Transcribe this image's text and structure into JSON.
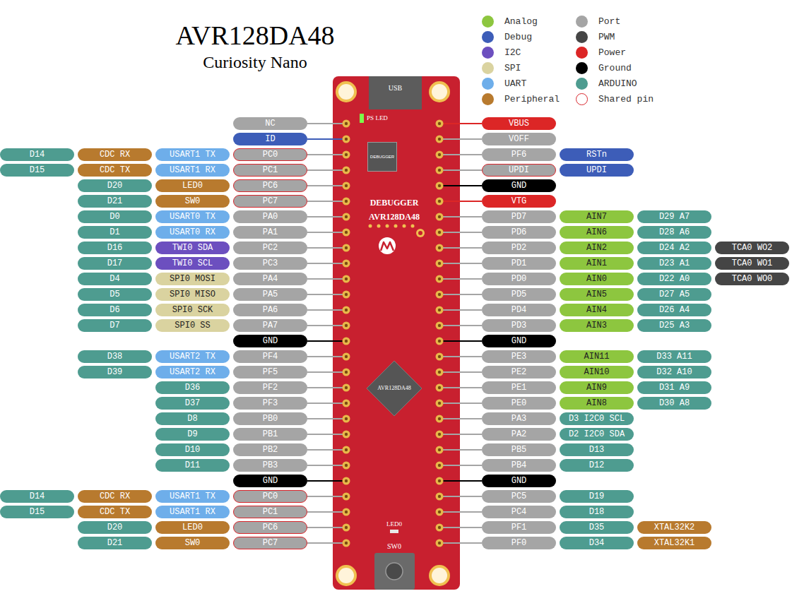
{
  "diagram": {
    "title": "AVR128DA48",
    "caption": "Curiosity Nano",
    "nodes": [
      {
        "text": [
          "PS LED",
          "DEBUGGER",
          "AVR128DA48",
          "LED0",
          "SW0"
        ]
      },
      {
        "text": [
          "USB"
        ],
        "in": 0
      },
      {
        "text": [
          "DEBUGGER"
        ],
        "in": 0
      },
      {
        "text": [
          "AVR128DA48"
        ],
        "in": 0
      },
      {
        "text": [
          "NC"
        ]
      },
      {
        "text": [
          "VBUS"
        ]
      },
      {
        "text": [
          "ID"
        ]
      },
      {
        "text": [
          "VOFF"
        ]
      },
      {
        "text": [
          "D14"
        ]
      },
      {
        "text": [
          "CDC RX"
        ]
      },
      {
        "text": [
          "USART1 TX"
        ]
      },
      {
        "text": [
          "PC0"
        ]
      },
      {
        "text": [
          "PF6"
        ]
      },
      {
        "text": [
          "RSTn"
        ]
      },
      {
        "text": [
          "D15"
        ]
      },
      {
        "text": [
          "CDC TX"
        ]
      },
      {
        "text": [
          "USART1 RX"
        ]
      },
      {
        "text": [
          "PC1"
        ]
      },
      {
        "text": [
          "UPDI"
        ]
      },
      {
        "text": [
          "UPDI"
        ]
      },
      {
        "text": [
          "D20"
        ]
      },
      {
        "text": [
          "LED0"
        ]
      },
      {
        "text": [
          "PC6"
        ]
      },
      {
        "text": [
          "GND"
        ]
      },
      {
        "text": [
          "D21"
        ]
      },
      {
        "text": [
          "SW0"
        ]
      },
      {
        "text": [
          "PC7"
        ]
      },
      {
        "text": [
          "VTG"
        ]
      },
      {
        "text": [
          "D0"
        ]
      },
      {
        "text": [
          "USART0 TX"
        ]
      },
      {
        "text": [
          "PA0"
        ]
      },
      {
        "text": [
          "PD7"
        ]
      },
      {
        "text": [
          "AIN7"
        ]
      },
      {
        "text": [
          "D29 A7"
        ]
      },
      {
        "text": [
          "D1"
        ]
      },
      {
        "text": [
          "USART0 RX"
        ]
      },
      {
        "text": [
          "PA1"
        ]
      },
      {
        "text": [
          "PD6"
        ]
      },
      {
        "text": [
          "AIN6"
        ]
      },
      {
        "text": [
          "D28 A6"
        ]
      },
      {
        "text": [
          "D16"
        ]
      },
      {
        "text": [
          "TWI0 SDA"
        ]
      },
      {
        "text": [
          "PC2"
        ]
      },
      {
        "text": [
          "PD2"
        ]
      },
      {
        "text": [
          "AIN2"
        ]
      },
      {
        "text": [
          "D24 A2"
        ]
      },
      {
        "text": [
          "TCA0 WO2"
        ]
      },
      {
        "text": [
          "D17"
        ]
      },
      {
        "text": [
          "TWI0 SCL"
        ]
      },
      {
        "text": [
          "PC3"
        ]
      },
      {
        "text": [
          "PD1"
        ]
      },
      {
        "text": [
          "AIN1"
        ]
      },
      {
        "text": [
          "D23 A1"
        ]
      },
      {
        "text": [
          "TCA0 WO1"
        ]
      },
      {
        "text": [
          "D4"
        ]
      },
      {
        "text": [
          "SPI0 MOSI"
        ]
      },
      {
        "text": [
          "PA4"
        ]
      },
      {
        "text": [
          "PD0"
        ]
      },
      {
        "text": [
          "AIN0"
        ]
      },
      {
        "text": [
          "D22 A0"
        ]
      },
      {
        "text": [
          "TCA0 WO0"
        ]
      },
      {
        "text": [
          "D5"
        ]
      },
      {
        "text": [
          "SPI0 MISO"
        ]
      },
      {
        "text": [
          "PA5"
        ]
      },
      {
        "text": [
          "PD5"
        ]
      },
      {
        "text": [
          "AIN5"
        ]
      },
      {
        "text": [
          "D27 A5"
        ]
      },
      {
        "text": [
          "D6"
        ]
      },
      {
        "text": [
          "SPI0 SCK"
        ]
      },
      {
        "text": [
          "PA6"
        ]
      },
      {
        "text": [
          "PD4"
        ]
      },
      {
        "text": [
          "AIN4"
        ]
      },
      {
        "text": [
          "D26 A4"
        ]
      },
      {
        "text": [
          "D7"
        ]
      },
      {
        "text": [
          "SPI0 SS"
        ]
      },
      {
        "text": [
          "PA7"
        ]
      },
      {
        "text": [
          "PD3"
        ]
      },
      {
        "text": [
          "AIN3"
        ]
      },
      {
        "text": [
          "D25 A3"
        ]
      },
      {
        "text": [
          "GND"
        ]
      },
      {
        "text": [
          "GND"
        ]
      },
      {
        "text": [
          "D38"
        ]
      },
      {
        "text": [
          "USART2 TX"
        ]
      },
      {
        "text": [
          "PF4"
        ]
      },
      {
        "text": [
          "PE3"
        ]
      },
      {
        "text": [
          "AIN11"
        ]
      },
      {
        "text": [
          "D33 A11"
        ]
      },
      {
        "text": [
          "D39"
        ]
      },
      {
        "text": [
          "USART2 RX"
        ]
      },
      {
        "text": [
          "PF5"
        ]
      },
      {
        "text": [
          "PE2"
        ]
      },
      {
        "text": [
          "AIN10"
        ]
      },
      {
        "text": [
          "D32 A10"
        ]
      },
      {
        "text": [
          "D36"
        ]
      },
      {
        "text": [
          "PF2"
        ]
      },
      {
        "text": [
          "PE1"
        ]
      },
      {
        "text": [
          "AIN9"
        ]
      },
      {
        "text": [
          "D31 A9"
        ]
      },
      {
        "text": [
          "D37"
        ]
      },
      {
        "text": [
          "PF3"
        ]
      },
      {
        "text": [
          "PE0"
        ]
      },
      {
        "text": [
          "AIN8"
        ]
      },
      {
        "text": [
          "D30 A8"
        ]
      },
      {
        "text": [
          "D8"
        ]
      },
      {
        "text": [
          "PB0"
        ]
      },
      {
        "text": [
          "PA3"
        ]
      },
      {
        "text": [
          "D3 I2C0 SCL"
        ]
      },
      {
        "text": [
          "D9"
        ]
      },
      {
        "text": [
          "PB1"
        ]
      },
      {
        "text": [
          "PA2"
        ]
      },
      {
        "text": [
          "D2 I2C0 SDA"
        ]
      },
      {
        "text": [
          "D10"
        ]
      },
      {
        "text": [
          "PB2"
        ]
      },
      {
        "text": [
          "PB5"
        ]
      },
      {
        "text": [
          "D13"
        ]
      },
      {
        "text": [
          "D11"
        ]
      },
      {
        "text": [
          "PB3"
        ]
      },
      {
        "text": [
          "PB4"
        ]
      },
      {
        "text": [
          "D12"
        ]
      },
      {
        "text": [
          "GND"
        ]
      },
      {
        "text": [
          "GND"
        ]
      },
      {
        "text": [
          "D14"
        ]
      },
      {
        "text": [
          "CDC RX"
        ]
      },
      {
        "text": [
          "USART1 TX"
        ]
      },
      {
        "text": [
          "PC0"
        ]
      },
      {
        "text": [
          "PC5"
        ]
      },
      {
        "text": [
          "D19"
        ]
      },
      {
        "text": [
          "D15"
        ]
      },
      {
        "text": [
          "CDC TX"
        ]
      },
      {
        "text": [
          "USART1 RX"
        ]
      },
      {
        "text": [
          "PC1"
        ]
      },
      {
        "text": [
          "PC4"
        ]
      },
      {
        "text": [
          "D18"
        ]
      },
      {
        "text": [
          "D20"
        ]
      },
      {
        "text": [
          "LED0"
        ]
      },
      {
        "text": [
          "PC6"
        ]
      },
      {
        "text": [
          "PF1"
        ]
      },
      {
        "text": [
          "D35"
        ]
      },
      {
        "text": [
          "XTAL32K2"
        ]
      },
      {
        "text": [
          "D21"
        ]
      },
      {
        "text": [
          "SW0"
        ]
      },
      {
        "text": [
          "PC7"
        ]
      },
      {
        "text": [
          "PF0"
        ]
      },
      {
        "text": [
          "D34"
        ]
      },
      {
        "text": [
          "XTAL32K1"
        ]
      }
    ],
    "legend": [
      {
        "text": "Analog",
        "color": "#8DC63F"
      },
      {
        "text": "Debug",
        "color": "#3D5DB8"
      },
      {
        "text": "I2C",
        "color": "#6C4FBF"
      },
      {
        "text": "SPI",
        "color": "#DAD3A0"
      },
      {
        "text": "UART",
        "color": "#6EAEEA"
      },
      {
        "text": "Peripheral",
        "color": "#B87A2E"
      },
      {
        "text": "Port",
        "color": "#A5A5A5"
      },
      {
        "text": "PWM",
        "color": "#454545"
      },
      {
        "text": "Power",
        "color": "#DC2626"
      },
      {
        "text": "Ground",
        "color": "#000000"
      },
      {
        "text": "ARDUINO",
        "color": "#4E9C90"
      },
      {
        "text": "Shared pin"
      }
    ]
  }
}
